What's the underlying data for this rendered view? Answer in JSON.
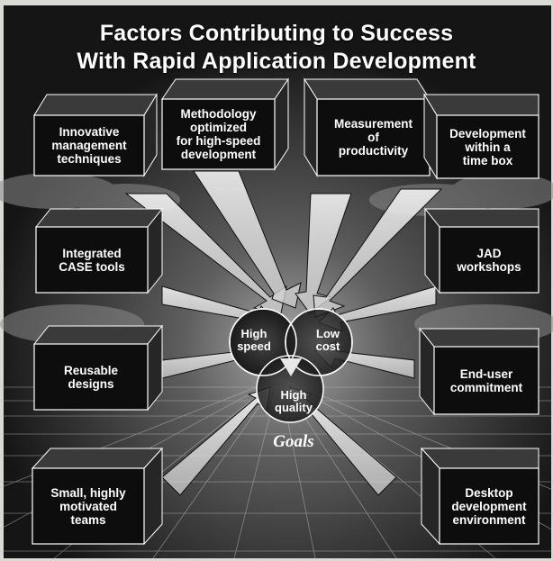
{
  "title": {
    "line1": "Factors Contributing to Success",
    "line2": "With Rapid Application Development"
  },
  "factors": [
    {
      "id": "innovative",
      "label": "Innovative\nmanagement\ntechniques"
    },
    {
      "id": "methodology",
      "label": "Methodology\noptimized\nfor high-speed\ndevelopment"
    },
    {
      "id": "measurement",
      "label": "Measurement\nof\nproductivity"
    },
    {
      "id": "timebox",
      "label": "Development\nwithin a\ntime box"
    },
    {
      "id": "case",
      "label": "Integrated\nCASE tools"
    },
    {
      "id": "jad",
      "label": "JAD\nworkshops"
    },
    {
      "id": "reusable",
      "label": "Reusable\ndesigns"
    },
    {
      "id": "enduser",
      "label": "End-user\ncommitment"
    },
    {
      "id": "teams",
      "label": "Small, highly\nmotivated\nteams"
    },
    {
      "id": "desktop",
      "label": "Desktop\ndevelopment\nenvironment"
    }
  ],
  "goals": {
    "label": "Goals",
    "speed": "High\nspeed",
    "cost": "Low\ncost",
    "quality": "High\nquality"
  },
  "colors": {
    "background": "#1a1a1a",
    "box_front": "#0d0d0d",
    "box_side": "#3a3a3a",
    "text": "#ffffff"
  }
}
